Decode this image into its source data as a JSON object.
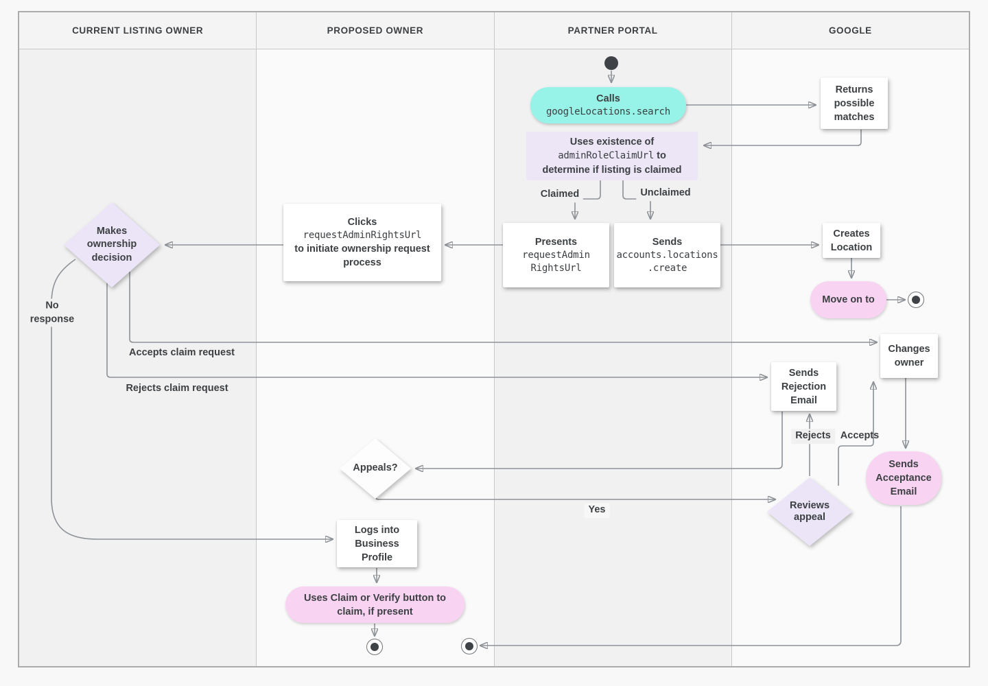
{
  "lanes": {
    "current_listing_owner": "CURRENT LISTING OWNER",
    "proposed_owner": "PROPOSED OWNER",
    "partner_portal": "PARTNER PORTAL",
    "google": "GOOGLE"
  },
  "nodes": {
    "calls": {
      "label": "Calls",
      "code": "googleLocations.search"
    },
    "uses_existence": {
      "line1": "Uses existence of",
      "code": "adminRoleClaimUrl",
      "line2_tail": "to",
      "line3": "determine if listing is claimed"
    },
    "returns_matches": {
      "label": "Returns possible matches"
    },
    "presents": {
      "label": "Presents",
      "code_line1": "requestAdmin",
      "code_line2": "RightsUrl"
    },
    "sends_create": {
      "label": "Sends",
      "code_line1": "accounts.locations",
      "code_line2": ".create"
    },
    "clicks": {
      "label": "Clicks",
      "code": "requestAdminRightsUrl",
      "tail": "to initiate ownership request process"
    },
    "makes_decision": {
      "label": "Makes ownership decision"
    },
    "creates_location": {
      "label": "Creates Location"
    },
    "move_on": {
      "label": "Move on to"
    },
    "changes_owner": {
      "label": "Changes owner"
    },
    "sends_rejection": {
      "label": "Sends Rejection Email"
    },
    "sends_acceptance": {
      "label": "Sends Acceptance Email"
    },
    "reviews_appeal": {
      "label": "Reviews appeal"
    },
    "appeals": {
      "label": "Appeals?"
    },
    "logs_in": {
      "label": "Logs into Business Profile"
    },
    "claim_verify": {
      "label": "Uses Claim or Verify button to claim, if present"
    }
  },
  "edge_labels": {
    "claimed": "Claimed",
    "unclaimed": "Unclaimed",
    "no_response": "No response",
    "accepts_claim": "Accepts claim request",
    "rejects_claim": "Rejects claim request",
    "rejects": "Rejects",
    "accepts": "Accepts",
    "yes": "Yes"
  },
  "colors": {
    "teal_action": "#97f3e7",
    "lavender_decision": "#ebe5f7",
    "pink_terminal": "#f9d3f2",
    "node_text": "#3c4043",
    "connector": "#8d9297",
    "lane_gray": "#f1f1f2",
    "lane_light": "#fafafa"
  }
}
